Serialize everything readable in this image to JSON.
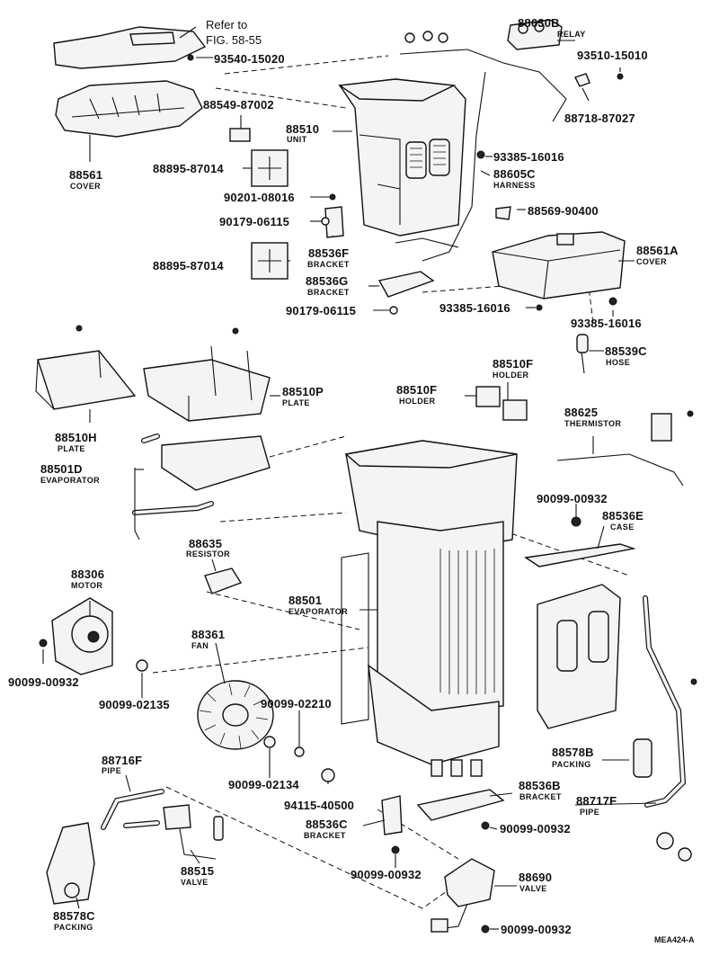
{
  "reference": {
    "line1": "Refer to",
    "line2": "FIG. 58-55"
  },
  "parts": [
    {
      "key": "relay",
      "number": "88630B",
      "name": "RELAY"
    },
    {
      "key": "screw_93510",
      "number": "93510-15010",
      "name": ""
    },
    {
      "key": "screw_93540",
      "number": "93540-15020",
      "name": ""
    },
    {
      "key": "clamp_88718",
      "number": "88718-87027",
      "name": ""
    },
    {
      "key": "seal_88549",
      "number": "88549-87002",
      "name": ""
    },
    {
      "key": "unit",
      "number": "88510",
      "name": "UNIT"
    },
    {
      "key": "cover_88561",
      "number": "88561",
      "name": "COVER"
    },
    {
      "key": "screw_93385_a",
      "number": "93385-16016",
      "name": ""
    },
    {
      "key": "pad_88895_a",
      "number": "88895-87014",
      "name": ""
    },
    {
      "key": "harness",
      "number": "88605C",
      "name": "HARNESS"
    },
    {
      "key": "washer_90201",
      "number": "90201-08016",
      "name": ""
    },
    {
      "key": "nut_90179_a",
      "number": "90179-06115",
      "name": ""
    },
    {
      "key": "clamp_88569",
      "number": "88569-90400",
      "name": ""
    },
    {
      "key": "bracket_f",
      "number": "88536F",
      "name": "BRACKET"
    },
    {
      "key": "cover_88561a",
      "number": "88561A",
      "name": "COVER"
    },
    {
      "key": "pad_88895_b",
      "number": "88895-87014",
      "name": ""
    },
    {
      "key": "bracket_g",
      "number": "88536G",
      "name": "BRACKET"
    },
    {
      "key": "nut_90179_b",
      "number": "90179-06115",
      "name": ""
    },
    {
      "key": "screw_93385_b",
      "number": "93385-16016",
      "name": ""
    },
    {
      "key": "screw_93385_c",
      "number": "93385-16016",
      "name": ""
    },
    {
      "key": "hose",
      "number": "88539C",
      "name": "HOSE"
    },
    {
      "key": "holder_top",
      "number": "88510F",
      "name": "HOLDER"
    },
    {
      "key": "plate_p",
      "number": "88510P",
      "name": "PLATE"
    },
    {
      "key": "holder_left",
      "number": "88510F",
      "name": "HOLDER"
    },
    {
      "key": "thermistor",
      "number": "88625",
      "name": "THERMISTOR"
    },
    {
      "key": "plate_h",
      "number": "88510H",
      "name": "PLATE"
    },
    {
      "key": "evaporator_d",
      "number": "88501D",
      "name": "EVAPORATOR"
    },
    {
      "key": "bolt_90099_a",
      "number": "90099-00932",
      "name": ""
    },
    {
      "key": "case",
      "number": "88536E",
      "name": "CASE"
    },
    {
      "key": "resistor",
      "number": "88635",
      "name": "RESISTOR"
    },
    {
      "key": "motor",
      "number": "88306",
      "name": "MOTOR"
    },
    {
      "key": "evaporator",
      "number": "88501",
      "name": "EVAPORATOR"
    },
    {
      "key": "fan",
      "number": "88361",
      "name": "FAN"
    },
    {
      "key": "bolt_90099_b",
      "number": "90099-00932",
      "name": ""
    },
    {
      "key": "nut_90099_02135",
      "number": "90099-02135",
      "name": ""
    },
    {
      "key": "nut_90099_02210",
      "number": "90099-02210",
      "name": ""
    },
    {
      "key": "packing_b",
      "number": "88578B",
      "name": "PACKING"
    },
    {
      "key": "pipe_f",
      "number": "88716F",
      "name": "PIPE"
    },
    {
      "key": "nut_90099_02134",
      "number": "90099-02134",
      "name": ""
    },
    {
      "key": "bracket_b",
      "number": "88536B",
      "name": "BRACKET"
    },
    {
      "key": "pipe_88717f",
      "number": "88717F",
      "name": "PIPE"
    },
    {
      "key": "nut_94115",
      "number": "94115-40500",
      "name": ""
    },
    {
      "key": "bracket_c",
      "number": "88536C",
      "name": "BRACKET"
    },
    {
      "key": "bolt_90099_c",
      "number": "90099-00932",
      "name": ""
    },
    {
      "key": "valve_88515",
      "number": "88515",
      "name": "VALVE"
    },
    {
      "key": "bolt_90099_d",
      "number": "90099-00932",
      "name": ""
    },
    {
      "key": "valve_88690",
      "number": "88690",
      "name": "VALVE"
    },
    {
      "key": "packing_c",
      "number": "88578C",
      "name": "PACKING"
    },
    {
      "key": "bolt_90099_e",
      "number": "90099-00932",
      "name": ""
    }
  ],
  "figure_code": "MEA424-A"
}
